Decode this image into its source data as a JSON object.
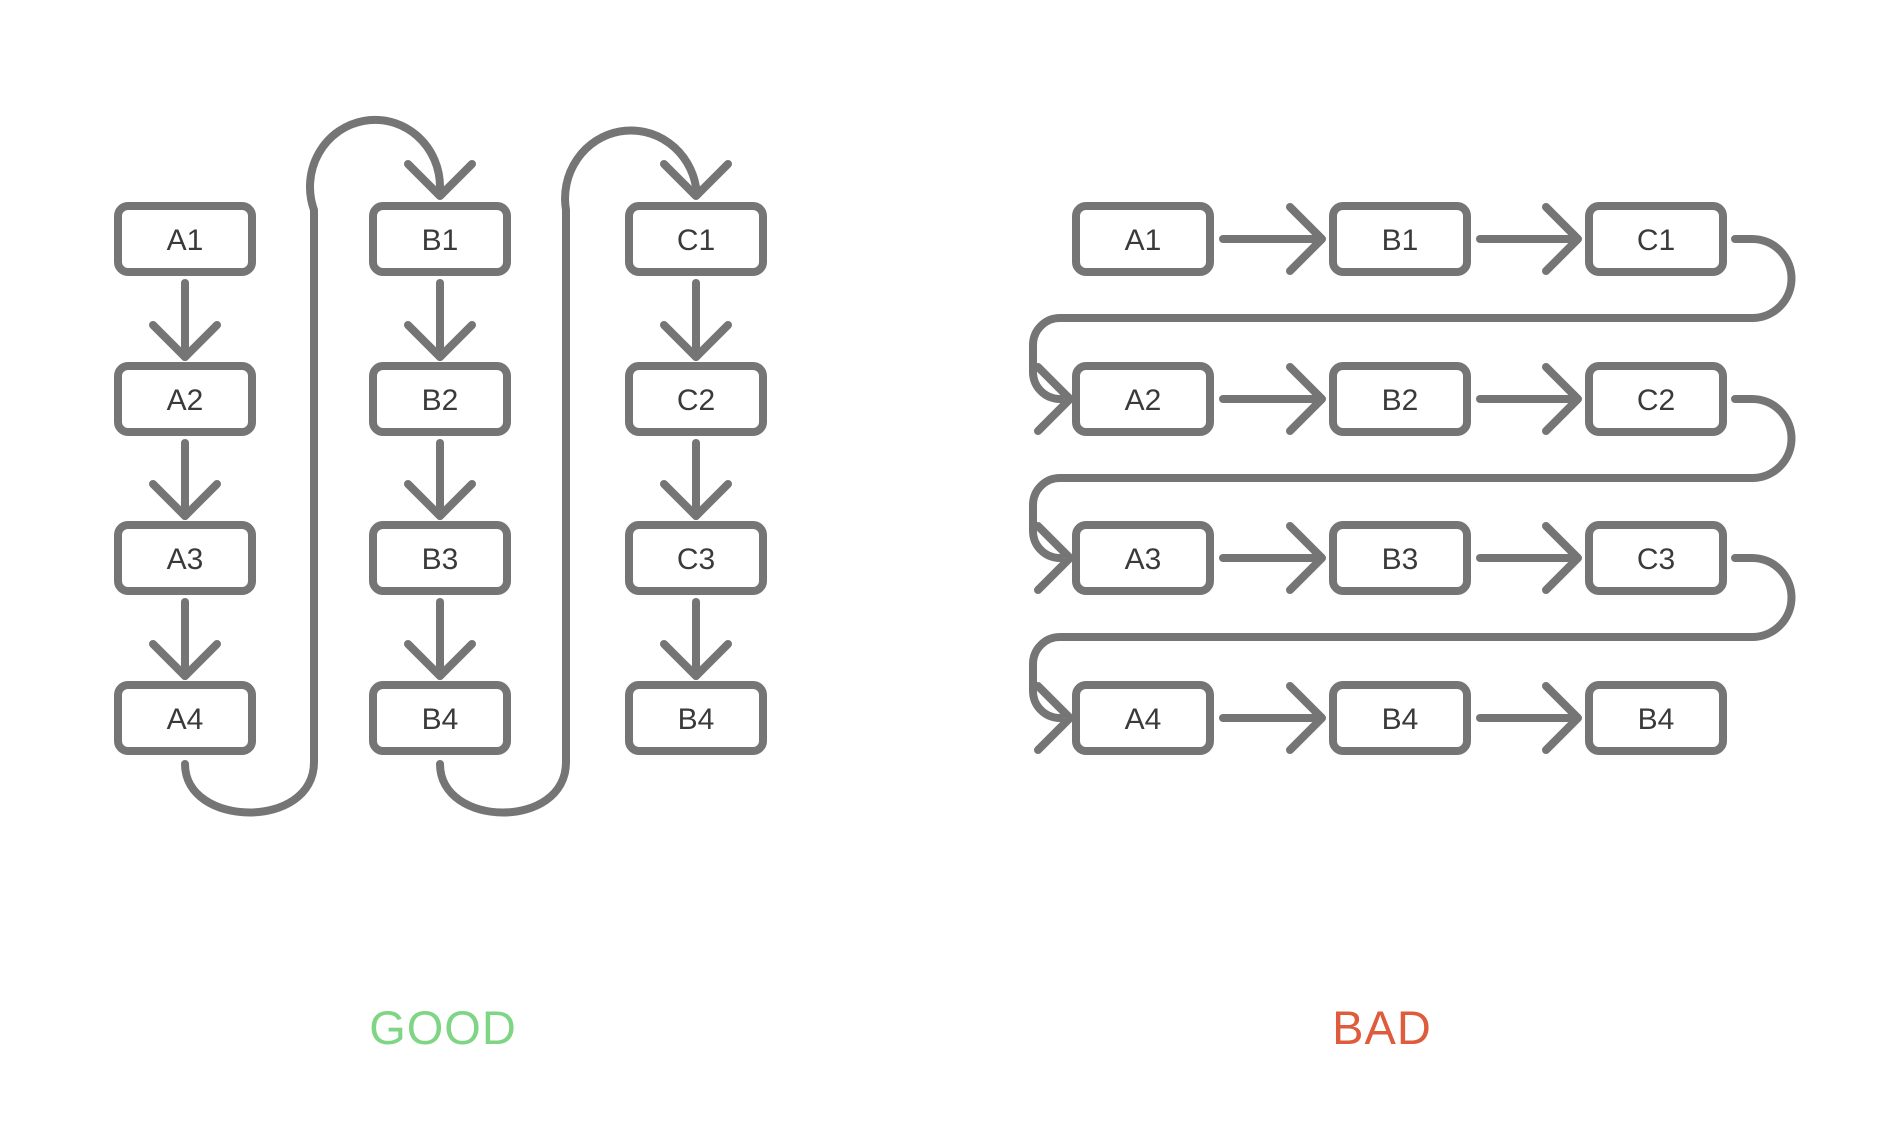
{
  "background": "#ffffff",
  "colors": {
    "line": "#757575",
    "box_border": "#757575",
    "box_fill": "#ffffff",
    "box_text": "#3a3a3a",
    "good_label": "#7ed584",
    "bad_label": "#de5b3c"
  },
  "good_diagram": {
    "caption": "GOOD",
    "flow": "columns-top-to-bottom",
    "columns": [
      {
        "labels": [
          "A1",
          "A2",
          "A3",
          "A4"
        ]
      },
      {
        "labels": [
          "B1",
          "B2",
          "B3",
          "B4"
        ]
      },
      {
        "labels": [
          "C1",
          "C2",
          "C3",
          "B4"
        ]
      }
    ]
  },
  "bad_diagram": {
    "caption": "BAD",
    "flow": "rows-left-to-right",
    "rows": [
      [
        "A1",
        "B1",
        "C1"
      ],
      [
        "A2",
        "B2",
        "C2"
      ],
      [
        "A3",
        "B3",
        "C3"
      ],
      [
        "A4",
        "B4",
        "B4"
      ]
    ]
  }
}
